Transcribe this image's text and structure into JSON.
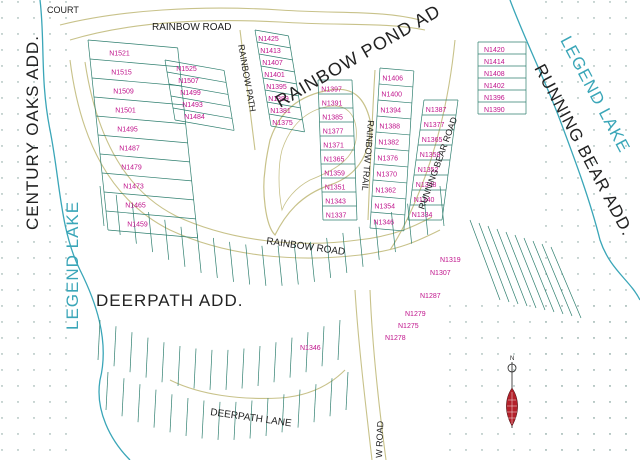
{
  "map": {
    "colors": {
      "background": "#ffffff",
      "water": "#3aa6b8",
      "lot_lines": "#2f7f6f",
      "lot_numbers": "#c0148c",
      "road_edge": "#c8c28a",
      "text": "#1e1e1e",
      "compass_red": "#b3202a"
    },
    "labels": {
      "century_oaks_add": "CENTURY OAKS ADD.",
      "legend_lake_left": "LEGEND LAKE",
      "legend_lake_right": "LEGEND LAKE",
      "running_bear_add": "RUNNING BEAR ADD.",
      "rainbow_pond_add": "RAINBOW POND AD",
      "deerpath_add": "DEERPATH ADD.",
      "court": "COURT"
    },
    "roads": {
      "rainbow_road_top": "RAINBOW ROAD",
      "rainbow_road_mid": "RAINBOW ROAD",
      "rainbow_path": "RAINBOW PATH",
      "rainbow_trail": "RAINBOW TRAIL",
      "running_bear_road": "RUNNING BEAR ROAD",
      "deerpath_lane": "DEERPATH LANE",
      "w_road": "W ROAD"
    },
    "lots_left_column": [
      "N1521",
      "N1515",
      "N1509",
      "N1501",
      "N1495",
      "N1487",
      "N1479",
      "N1473",
      "N1465",
      "N1459"
    ],
    "lots_top_column": [
      "N1525",
      "N1507",
      "N1499",
      "N1493",
      "N1484"
    ],
    "lots_path_column": [
      "N1425",
      "N1413",
      "N1407",
      "N1401",
      "N1395",
      "N1389",
      "N1381",
      "N1375"
    ],
    "lots_pond_column": [
      "N1397",
      "N1391",
      "N1385",
      "N1377",
      "N1371",
      "N1365",
      "N1359",
      "N1351",
      "N1343",
      "N1337"
    ],
    "lots_trail_column": [
      "N1406",
      "N1400",
      "N1394",
      "N1388",
      "N1382",
      "N1376",
      "N1370",
      "N1362",
      "N1354",
      "N1346"
    ],
    "lots_bear_column": [
      "N1387",
      "N1377",
      "N1365",
      "N1359",
      "N1352",
      "N1348",
      "N1340",
      "N1334"
    ],
    "lots_right_column": [
      "N1420",
      "N1414",
      "N1408",
      "N1402",
      "N1396",
      "N1390"
    ],
    "lots_lower": [
      "N1319",
      "N1307",
      "N1287",
      "N1279",
      "N1275",
      "N1278",
      "N1346"
    ],
    "compass": {
      "north_label": "N"
    }
  }
}
